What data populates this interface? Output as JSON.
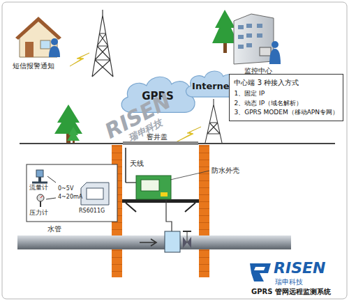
{
  "diagram": {
    "caption": "GPRS 管网远程监测系统",
    "nodes": [
      {
        "text": [
          "GPRS"
        ]
      },
      {
        "text": [
          "Internet"
        ]
      },
      {
        "text": [
          "中心端 3 种接入方式",
          "1、固定 IP",
          "2、动态 IP（域名解析）",
          "3、GPRS MODEM（移动APN专网）"
        ]
      }
    ],
    "labels": [
      "短信报警通知",
      "监控中心",
      "窨井盖",
      "天线",
      "防水外壳",
      "流量计",
      "压力计",
      "0~5V",
      "4~20mA",
      "RS6011G",
      "水管",
      "RISEN",
      "瑞申科技",
      "RISEN",
      "瑞申科技"
    ]
  }
}
